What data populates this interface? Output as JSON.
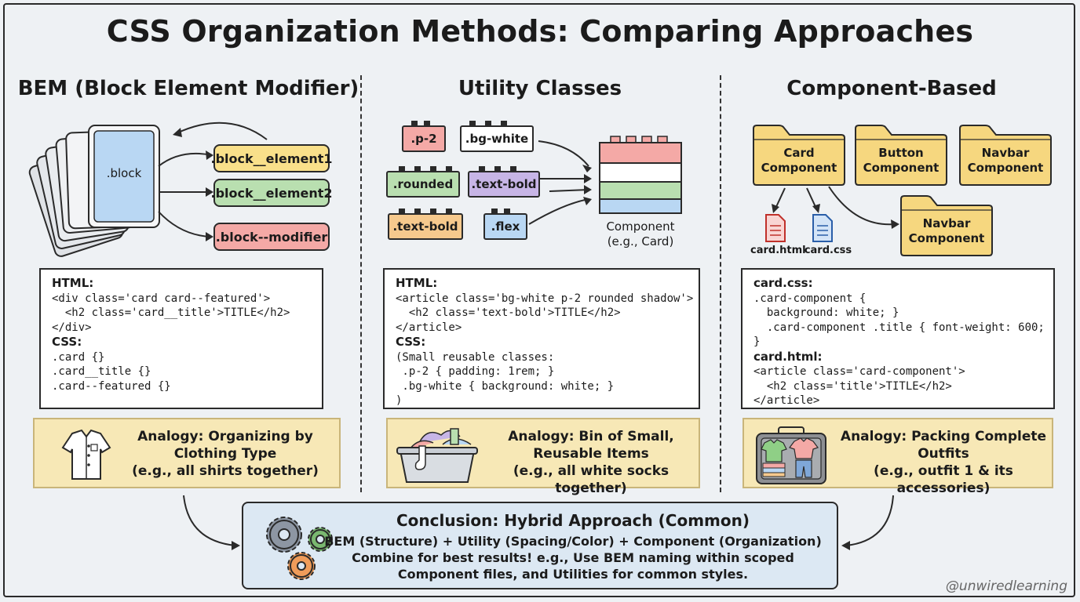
{
  "title": "CSS Organization Methods: Comparing Approaches",
  "bem": {
    "heading": "BEM (Block Element Modifier)",
    "block_label": ".block",
    "elements": [
      ".block__element1",
      ".block__element2",
      ".block--modifier"
    ],
    "code": {
      "html_label": "HTML:",
      "html_lines": [
        "<div class='card card--featured'>",
        "  <h2 class='card__title'>TITLE</h2>",
        "</div>"
      ],
      "css_label": "CSS:",
      "css_lines": [
        ".card {}",
        ".card__title {}",
        ".card--featured {}"
      ]
    },
    "analogy": [
      "Analogy: Organizing by",
      "Clothing Type",
      "(e.g., all shirts together)"
    ]
  },
  "utility": {
    "heading": "Utility Classes",
    "bricks": [
      ".p-2",
      ".bg-white",
      ".rounded",
      ".text-bold",
      ".text-bold",
      ".flex"
    ],
    "component_label": [
      "Component",
      "(e.g., Card)"
    ],
    "code": {
      "html_label": "HTML:",
      "html_lines": [
        "<article class='bg-white p-2 rounded shadow'>",
        "  <h2 class='text-bold'>TITLE</h2>",
        "</article>"
      ],
      "css_label": "CSS:",
      "css_lines": [
        "(Small reusable classes:",
        " .p-2 { padding: 1rem; }",
        " .bg-white { background: white; }",
        ")"
      ]
    },
    "analogy": [
      "Analogy: Bin of Small,",
      "Reusable Items",
      "(e.g., all white socks together)"
    ]
  },
  "component": {
    "heading": "Component-Based",
    "folders": [
      [
        "Card",
        "Component"
      ],
      [
        "Button",
        "Component"
      ],
      [
        "Navbar",
        "Component"
      ],
      [
        "Navbar",
        "Component"
      ]
    ],
    "files": [
      "card.html",
      "card.css"
    ],
    "code": {
      "css_label": "card.css:",
      "css_lines": [
        ".card-component {",
        "  background: white; }",
        "  .card-component .title { font-weight: 600;",
        "}"
      ],
      "html_label": "card.html:",
      "html_lines": [
        "<article class='card-component'>",
        "  <h2 class='title'>TITLE</h2>",
        "</article>"
      ]
    },
    "analogy": [
      "Analogy: Packing Complete",
      "Outfits",
      "(e.g., outfit 1 & its accessories)"
    ]
  },
  "conclusion": {
    "title": "Conclusion: Hybrid Approach (Common)",
    "lines": [
      "BEM (Structure) + Utility (Spacing/Color) + Component (Organization)",
      "Combine for best results! e.g., Use BEM naming within scoped",
      "Component files, and Utilities for common styles."
    ]
  },
  "watermark": "@unwiredlearning",
  "colors": {
    "yellow": "#f9e08a",
    "green": "#b9dfb0",
    "red": "#f4a9a6",
    "blue": "#b9d7f3",
    "purple": "#c7b5e6",
    "orange": "#f6c98d",
    "folder": "#f6d77f",
    "analogy": "#f7e8b6",
    "conclusion": "#dce8f3"
  }
}
